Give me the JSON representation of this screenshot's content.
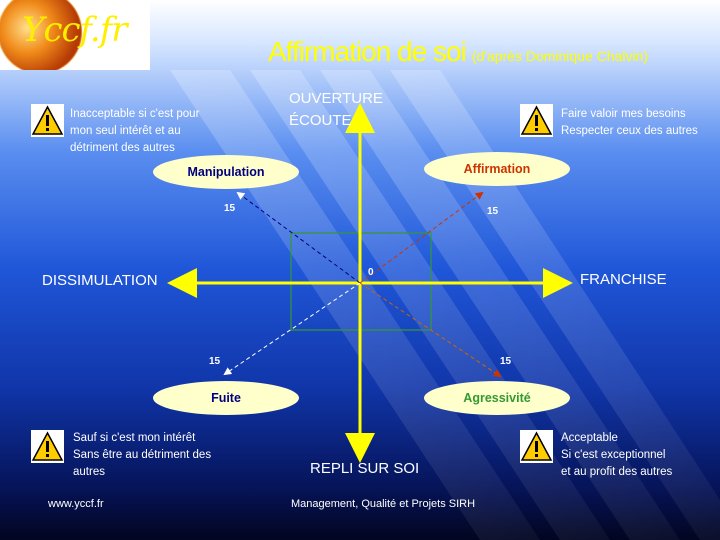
{
  "logo": {
    "text": "Yccf.fr",
    "icon": "sun-logo"
  },
  "title": {
    "main": "Affirmation de soi",
    "sub": "(d'après Dominique Chalvin)"
  },
  "axes": {
    "top_line1": "OUVERTURE",
    "top_line2": "ÉCOUTE",
    "bottom": "REPLI SUR SOI",
    "left": "DISSIMULATION",
    "right": "FRANCHISE",
    "origin": "0"
  },
  "quadrants": {
    "top_left": {
      "label": "Manipulation",
      "score": "15",
      "note_lines": [
        "Inacceptable si c'est pour",
        "mon seul intérêt et au",
        "détriment des autres"
      ]
    },
    "top_right": {
      "label": "Affirmation",
      "score": "15",
      "note_lines": [
        "Faire valoir mes besoins",
        "Respecter ceux des autres"
      ]
    },
    "bottom_left": {
      "label": "Fuite",
      "score": "15",
      "note_lines": [
        "Sauf si c'est mon intérêt",
        "Sans être au détriment des",
        "autres"
      ]
    },
    "bottom_right": {
      "label": "Agressivité",
      "score": "15",
      "note_lines": [
        "Acceptable",
        "Si c'est exceptionnel",
        "et au profit des autres"
      ]
    }
  },
  "colors": {
    "title": "#ffff00",
    "axis": "#ffff00",
    "manipulation": "#000080",
    "affirmation": "#cc3300",
    "fuite": "#000080",
    "agressivite": "#339933",
    "center_box": "#339933"
  },
  "footer": {
    "left": "www.yccf.fr",
    "center": "Management, Qualité et Projets SIRH"
  }
}
